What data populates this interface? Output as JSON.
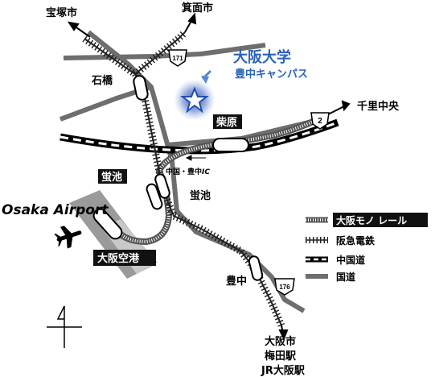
{
  "places": {
    "takarazuka": "宝塚市",
    "mino": "箕面市",
    "ishibashi": "石橋",
    "shibahara": "柴原",
    "senri_chuo": "千里中央",
    "hotarugaike_mono": "蛍池",
    "hotarugaike_hankyu": "蛍池",
    "toyonaka": "豊中",
    "osaka_city_line1": "大阪市",
    "osaka_city_line2": "梅田駅",
    "osaka_city_line3": "JR大阪駅",
    "chugoku_toyonaka_ic": "中国・豊中",
    "ic_suffix": "IC"
  },
  "airport": {
    "english": "Osaka Airport",
    "japanese": "大阪空港"
  },
  "campus": {
    "name": "大阪大学",
    "sub": "豊中キャンパス"
  },
  "route_numbers": {
    "r171": "171",
    "r176": "176",
    "r2": "2"
  },
  "legend": {
    "monorail": "大阪モノ レール",
    "hankyu": "阪急電鉄",
    "expressway": "中国道",
    "national_road": "国道"
  },
  "colors": {
    "campus_text": "#2a63b8",
    "campus_star": "#1f4fae",
    "road": "#6e6e6e",
    "rail": "#222222"
  },
  "icons": {
    "campus": "star-icon",
    "arrow": "arrow-pointer-icon",
    "airport": "airplane-icon",
    "north": "north-arrow-icon"
  }
}
